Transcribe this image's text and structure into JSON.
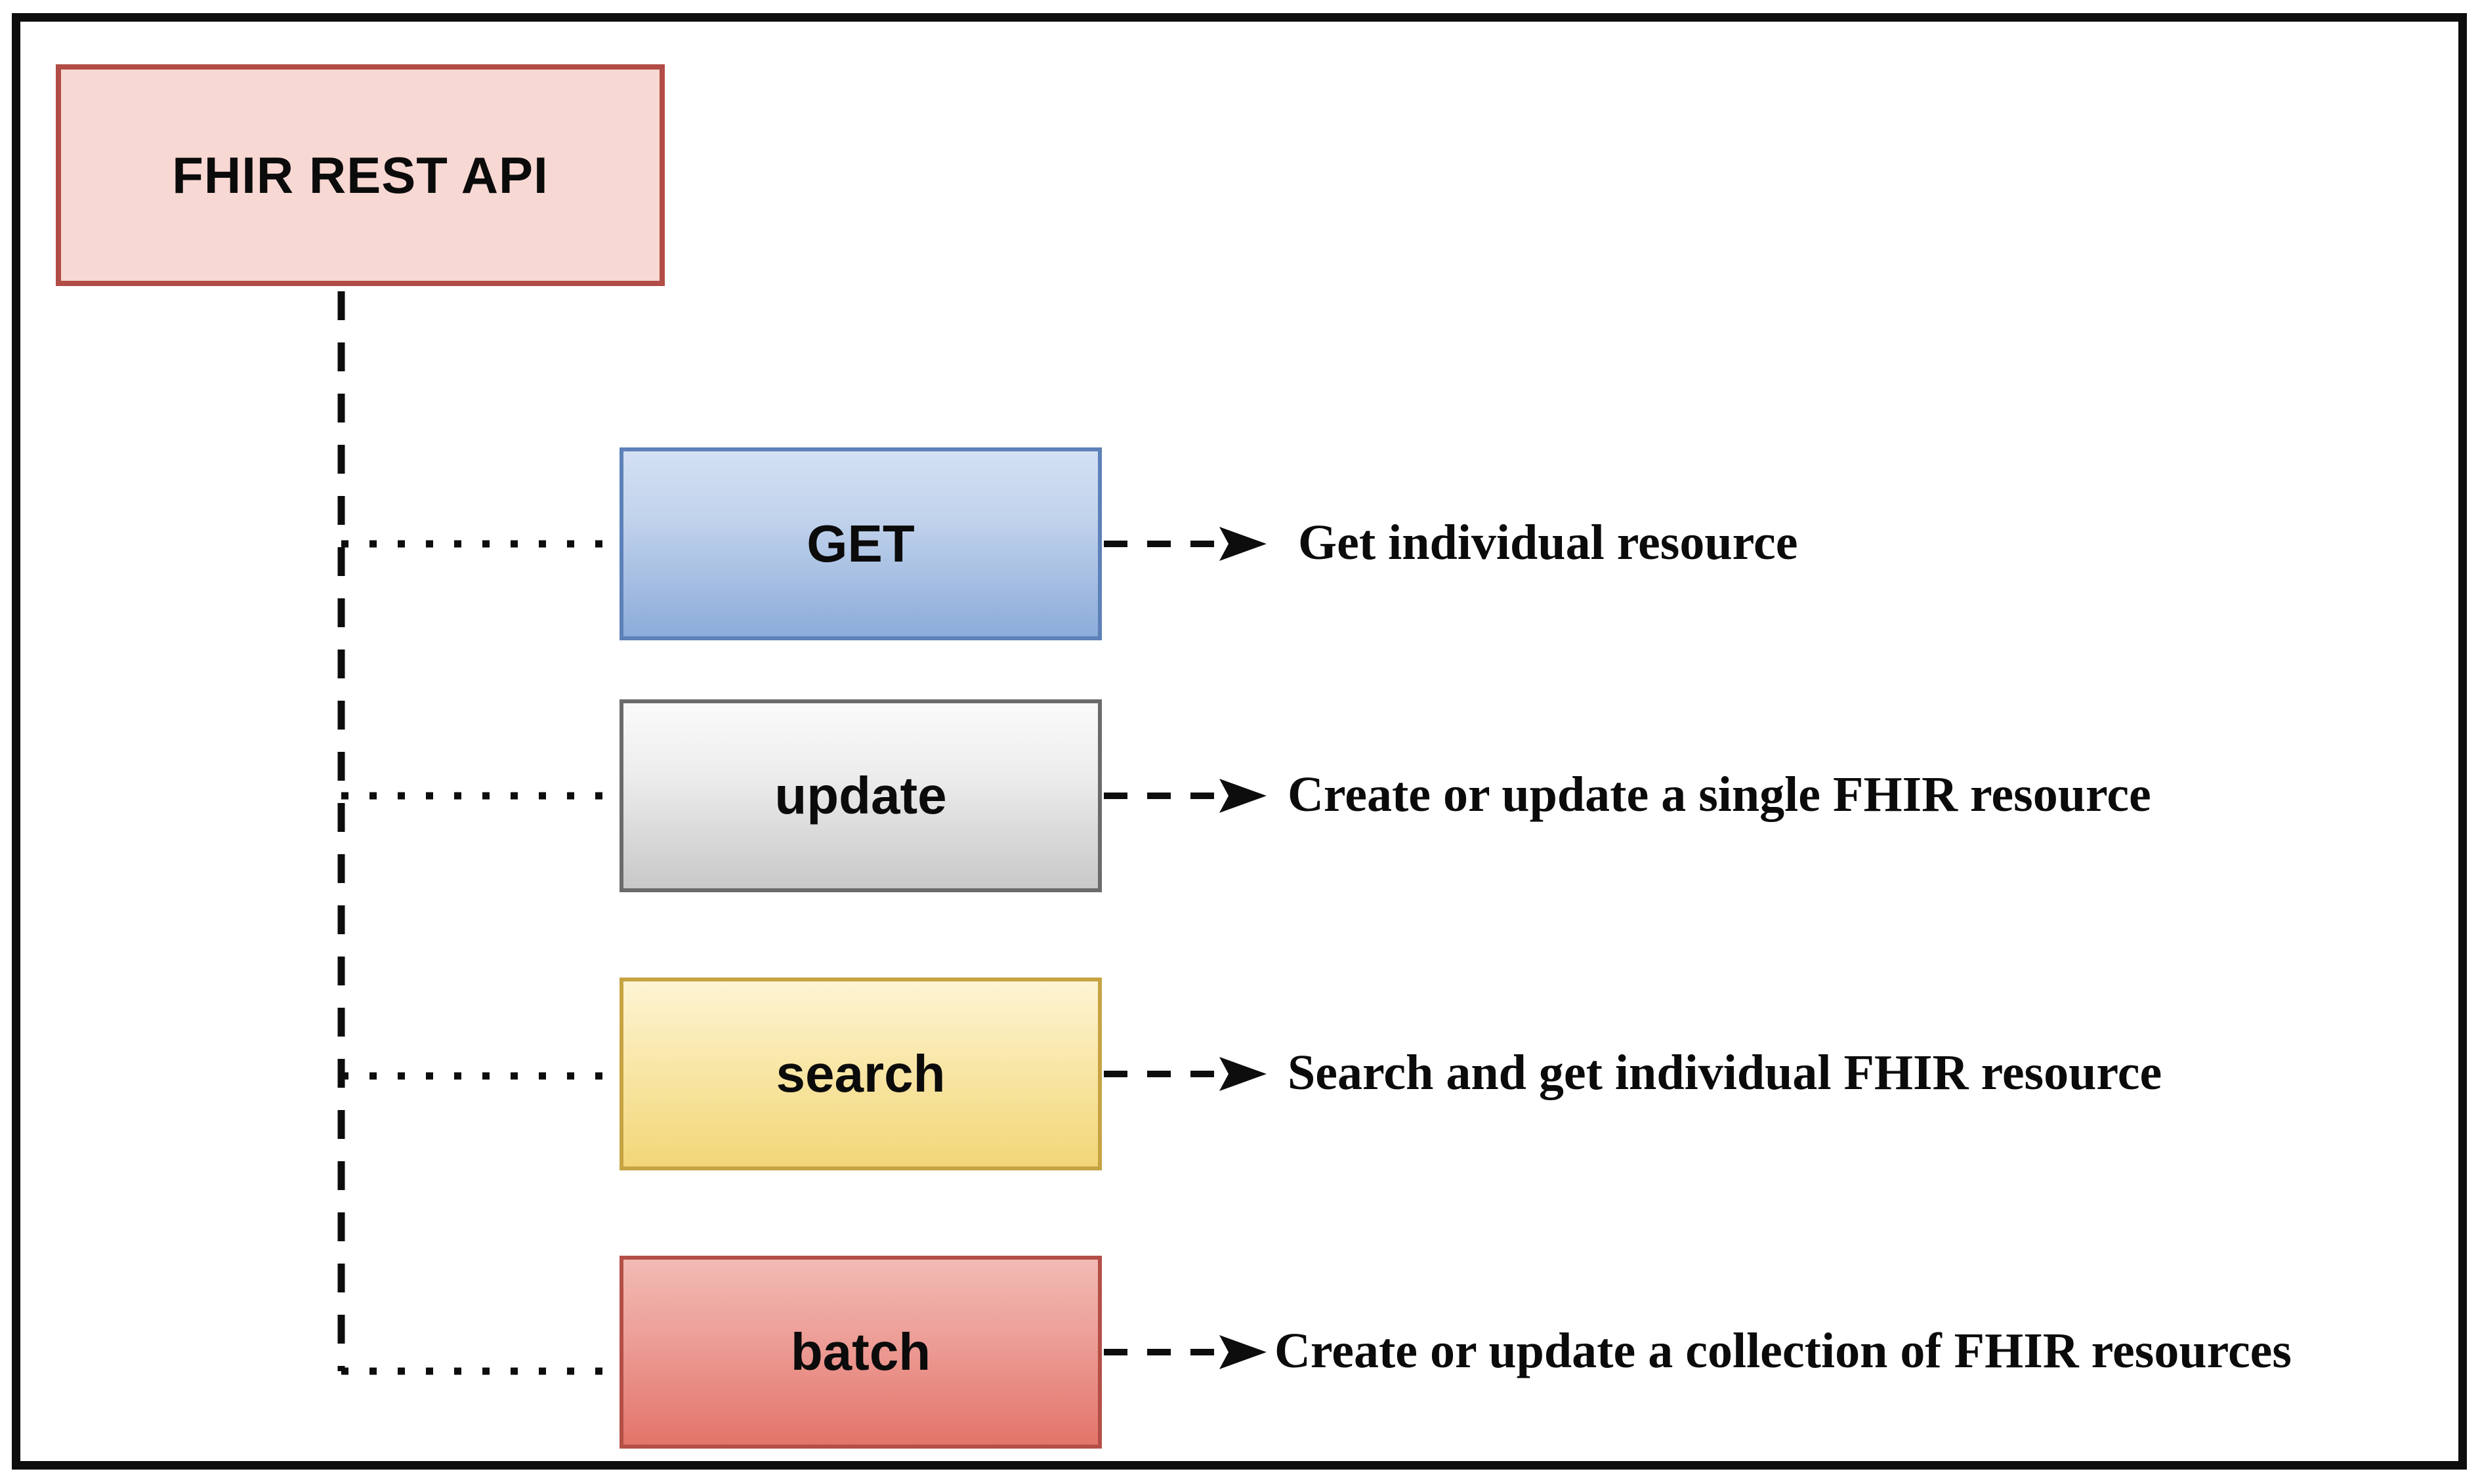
{
  "diagram": {
    "title_node": {
      "label": "FHIR REST API",
      "fill": "#f8d8d3",
      "border_color": "#b14c46"
    },
    "operations": [
      {
        "label": "GET",
        "description": "Get individual resource",
        "fill_top": "#d4e0f3",
        "fill_bottom": "#8cacda",
        "border_color": "#5d81b8"
      },
      {
        "label": "update",
        "description": "Create or update a single FHIR resource",
        "fill_top": "#fbfbfb",
        "fill_bottom": "#c8c8c8",
        "border_color": "#6b6b6b"
      },
      {
        "label": "search",
        "description": "Search and get individual FHIR resource",
        "fill_top": "#fdf4d4",
        "fill_bottom": "#f2d678",
        "border_color": "#c6a343"
      },
      {
        "label": "batch",
        "description": "Create or update a collection of FHIR resources",
        "fill_top": "#f2bab4",
        "fill_bottom": "#e3746a",
        "border_color": "#b34f47"
      }
    ],
    "connector_color": "#0d0d0d",
    "frame_color": "#0d0d0d",
    "background_color": "#ffffff"
  }
}
